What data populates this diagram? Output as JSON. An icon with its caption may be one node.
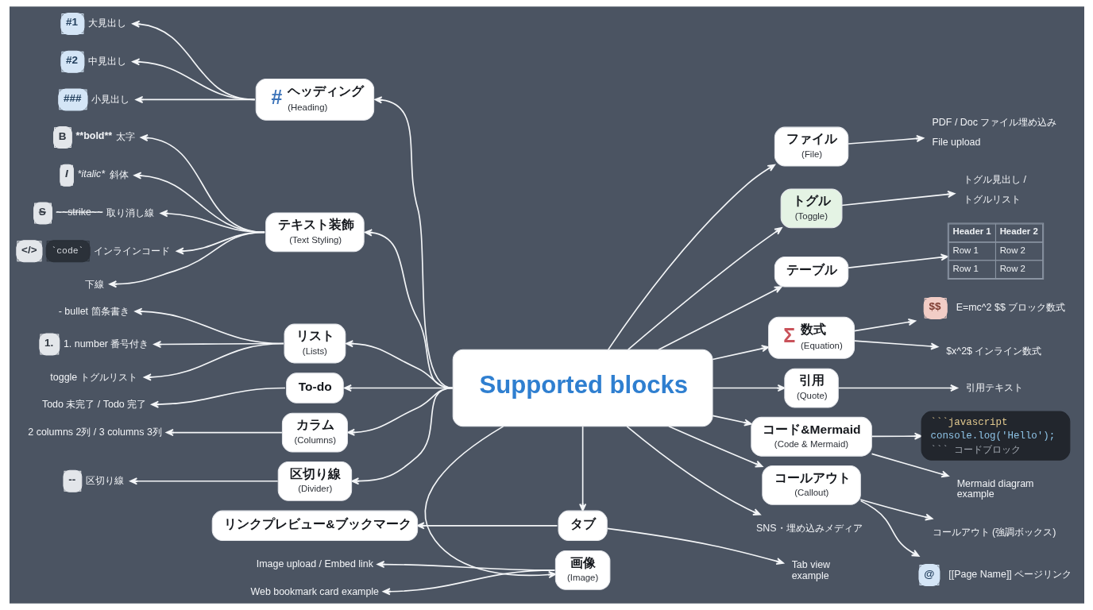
{
  "diagram": {
    "nodes": [
      {
        "text": [
          "Supported blocks"
        ]
      },
      {
        "text": [
          "#",
          "ヘッディング",
          "(Heading)"
        ]
      },
      {
        "text": [
          "#1",
          "大見出し"
        ]
      },
      {
        "text": [
          "#2",
          "中見出し"
        ]
      },
      {
        "text": [
          "###",
          "小見出し"
        ]
      },
      {
        "text": [
          "テキスト装飾",
          "(Text Styling)"
        ]
      },
      {
        "text": [
          "B",
          "**bold**",
          "太字"
        ]
      },
      {
        "text": [
          "I",
          "*italic*",
          "斜体"
        ]
      },
      {
        "text": [
          "S",
          "~~strike~~",
          "取り消し線"
        ]
      },
      {
        "text": [
          "</>",
          "`code`",
          "インラインコード"
        ]
      },
      {
        "text": [
          "下線"
        ]
      },
      {
        "text": [
          "リスト",
          "(Lists)"
        ]
      },
      {
        "text": [
          "- bullet 箇条書き"
        ]
      },
      {
        "text": [
          "1.",
          "1. number 番号付き"
        ]
      },
      {
        "text": [
          "toggle トグルリスト"
        ]
      },
      {
        "text": [
          "To-do"
        ]
      },
      {
        "text": [
          "Todo 未完了 / Todo 完了"
        ]
      },
      {
        "text": [
          "カラム",
          "(Columns)"
        ]
      },
      {
        "text": [
          "2 columns 2列 / 3 columns 3列"
        ]
      },
      {
        "text": [
          "区切り線",
          "(Divider)"
        ]
      },
      {
        "text": [
          "--",
          "区切り線"
        ]
      },
      {
        "text": [
          "ファイル",
          "(File)"
        ]
      },
      {
        "text": [
          "PDF / Doc ファイル埋め込み",
          "File upload"
        ]
      },
      {
        "text": [
          "トグル",
          "(Toggle)"
        ]
      },
      {
        "text": [
          "トグル見出し /",
          "トグルリスト"
        ]
      },
      {
        "text": [
          "テーブル"
        ]
      },
      {
        "text": [
          "Header 1",
          "Header 2",
          "Row 1",
          "Row 2",
          "Row 1",
          "Row 2"
        ]
      },
      {
        "text": [
          "Σ",
          "数式",
          "(Equation)"
        ]
      },
      {
        "text": [
          "$$",
          "E=mc^2 $$ ブロック数式"
        ]
      },
      {
        "text": [
          "$x^2$ インライン数式"
        ]
      },
      {
        "text": [
          "引用",
          "(Quote)"
        ]
      },
      {
        "text": [
          "引用テキスト"
        ]
      },
      {
        "text": [
          "コード&Mermaid",
          "(Code & Mermaid)"
        ]
      },
      {
        "text": [
          "```javascript",
          "console.log('Hello');",
          "``` コードブロック"
        ]
      },
      {
        "text": [
          "Mermaid diagram example"
        ]
      },
      {
        "text": [
          "コールアウト",
          "(Callout)"
        ]
      },
      {
        "text": [
          "コールアウト (強調ボックス)"
        ]
      },
      {
        "text": [
          "@",
          "[[Page Name]] ページリンク"
        ]
      },
      {
        "text": [
          "SNS・埋め込みメディア"
        ]
      },
      {
        "text": [
          "画像",
          "(Image)"
        ]
      },
      {
        "text": [
          "Image upload / Embed link"
        ]
      },
      {
        "text": [
          "Web bookmark card example"
        ]
      },
      {
        "text": [
          "タブ"
        ]
      },
      {
        "text": [
          "リンクプレビュー&ブックマーク"
        ]
      },
      {
        "text": [
          "Tab view example"
        ]
      }
    ],
    "edges": [
      {
        "from": 0,
        "to": 1,
        "arrow": "to"
      },
      {
        "from": 1,
        "to": 2,
        "arrow": "to"
      },
      {
        "from": 1,
        "to": 3,
        "arrow": "to"
      },
      {
        "from": 1,
        "to": 4,
        "arrow": "to"
      },
      {
        "from": 0,
        "to": 5,
        "arrow": "to"
      },
      {
        "from": 5,
        "to": 6,
        "arrow": "to"
      },
      {
        "from": 5,
        "to": 7,
        "arrow": "to"
      },
      {
        "from": 5,
        "to": 8,
        "arrow": "to"
      },
      {
        "from": 5,
        "to": 9,
        "arrow": "to"
      },
      {
        "from": 5,
        "to": 10,
        "arrow": "to"
      },
      {
        "from": 0,
        "to": 11,
        "arrow": "to"
      },
      {
        "from": 11,
        "to": 12,
        "arrow": "to"
      },
      {
        "from": 11,
        "to": 13,
        "arrow": "to"
      },
      {
        "from": 11,
        "to": 14,
        "arrow": "to"
      },
      {
        "from": 0,
        "to": 15,
        "arrow": "to"
      },
      {
        "from": 15,
        "to": 16,
        "arrow": "to"
      },
      {
        "from": 0,
        "to": 17,
        "arrow": "to"
      },
      {
        "from": 17,
        "to": 18,
        "arrow": "to"
      },
      {
        "from": 0,
        "to": 19,
        "arrow": "to"
      },
      {
        "from": 19,
        "to": 20,
        "arrow": "to"
      },
      {
        "from": 0,
        "to": 21,
        "arrow": "to"
      },
      {
        "from": 21,
        "to": 22,
        "arrow": "to"
      },
      {
        "from": 0,
        "to": 23,
        "arrow": "to"
      },
      {
        "from": 23,
        "to": 24,
        "arrow": "to"
      },
      {
        "from": 0,
        "to": 25,
        "arrow": "to"
      },
      {
        "from": 25,
        "to": 26,
        "arrow": "to"
      },
      {
        "from": 0,
        "to": 27,
        "arrow": "to"
      },
      {
        "from": 27,
        "to": 28,
        "arrow": "to"
      },
      {
        "from": 27,
        "to": 29,
        "arrow": "to"
      },
      {
        "from": 0,
        "to": 30,
        "arrow": "to"
      },
      {
        "from": 30,
        "to": 31,
        "arrow": "to"
      },
      {
        "from": 0,
        "to": 32,
        "arrow": "to"
      },
      {
        "from": 32,
        "to": 33,
        "arrow": "to"
      },
      {
        "from": 32,
        "to": 34,
        "arrow": "to"
      },
      {
        "from": 0,
        "to": 35,
        "arrow": "to"
      },
      {
        "from": 35,
        "to": 36,
        "arrow": "to"
      },
      {
        "from": 35,
        "to": 37,
        "arrow": "to"
      },
      {
        "from": 0,
        "to": 38,
        "arrow": "to"
      },
      {
        "from": 0,
        "to": 39,
        "arrow": "to"
      },
      {
        "from": 39,
        "to": 40,
        "arrow": "to"
      },
      {
        "from": 39,
        "to": 41,
        "arrow": "to"
      },
      {
        "from": 0,
        "to": 42,
        "arrow": "to"
      },
      {
        "from": 42,
        "to": 43,
        "arrow": "to"
      },
      {
        "from": 42,
        "to": 44,
        "arrow": "to"
      }
    ]
  }
}
